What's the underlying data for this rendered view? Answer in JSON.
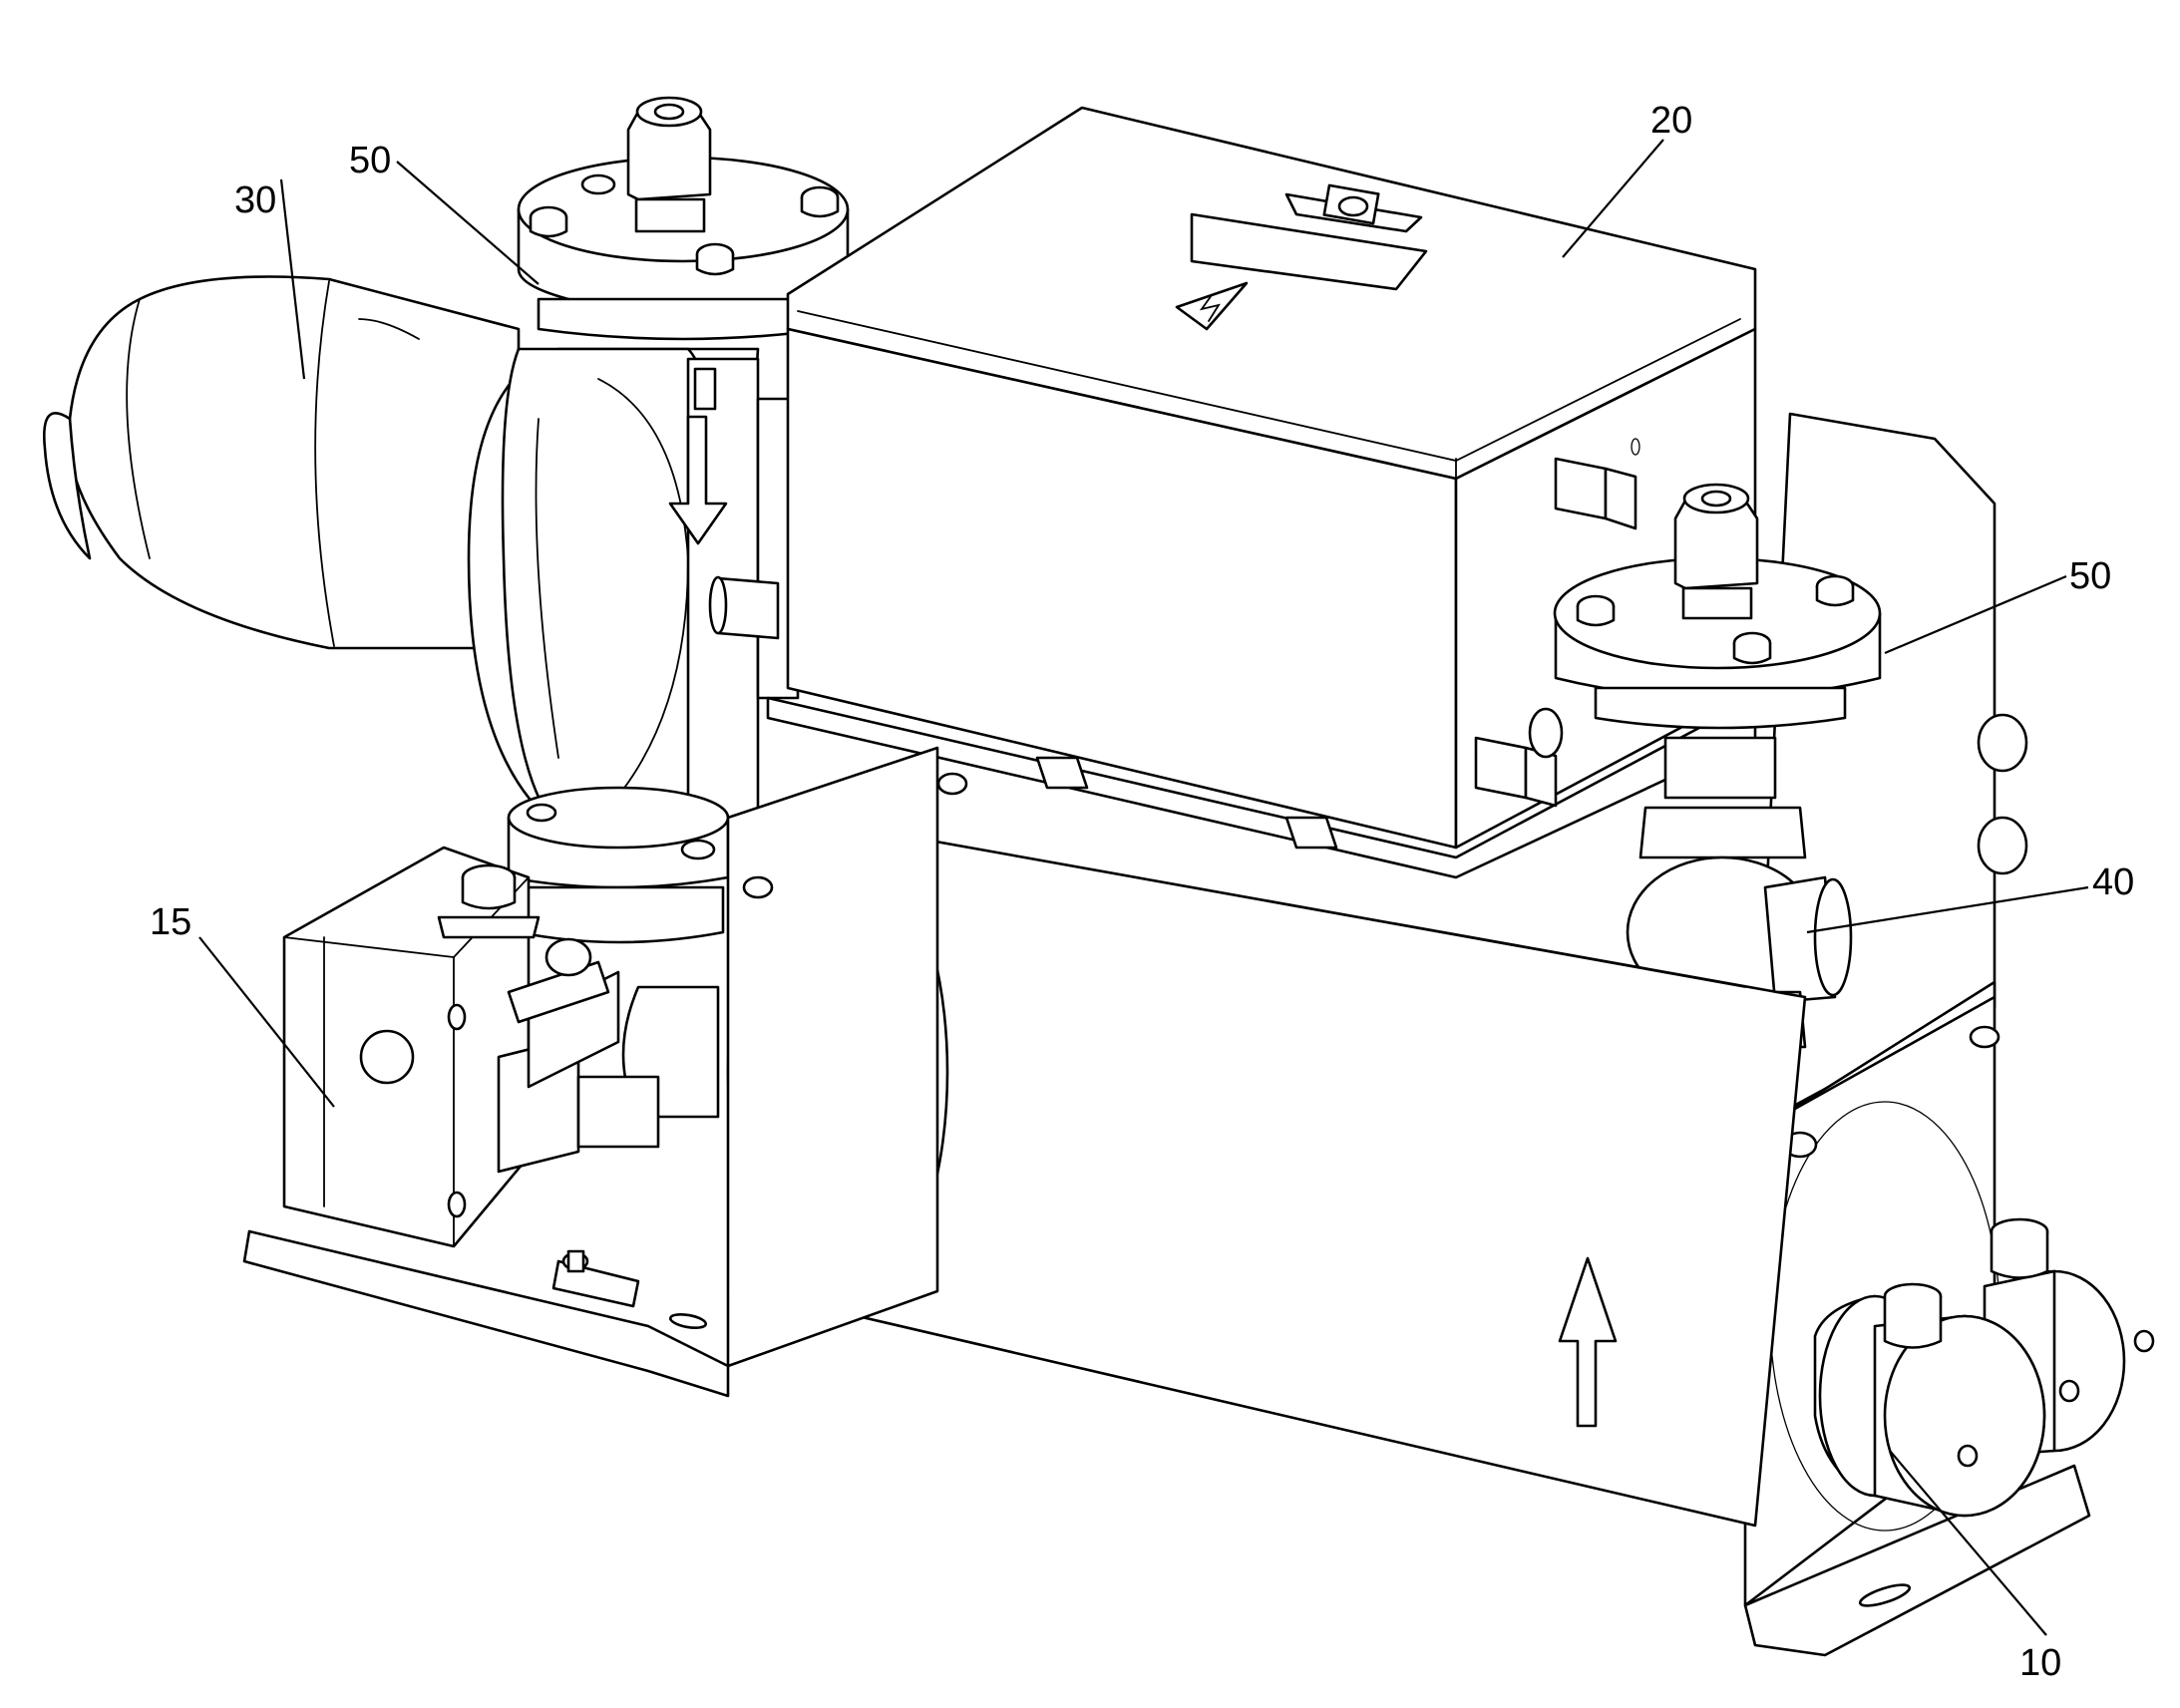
{
  "labels": {
    "l10": "10",
    "l15": "15",
    "l20": "20",
    "l30": "30",
    "l40": "40",
    "l50_left": "50",
    "l50_right": "50"
  },
  "icons": [
    "high-voltage-warning-icon",
    "flow-arrow-down-icon",
    "flow-arrow-up-icon"
  ]
}
